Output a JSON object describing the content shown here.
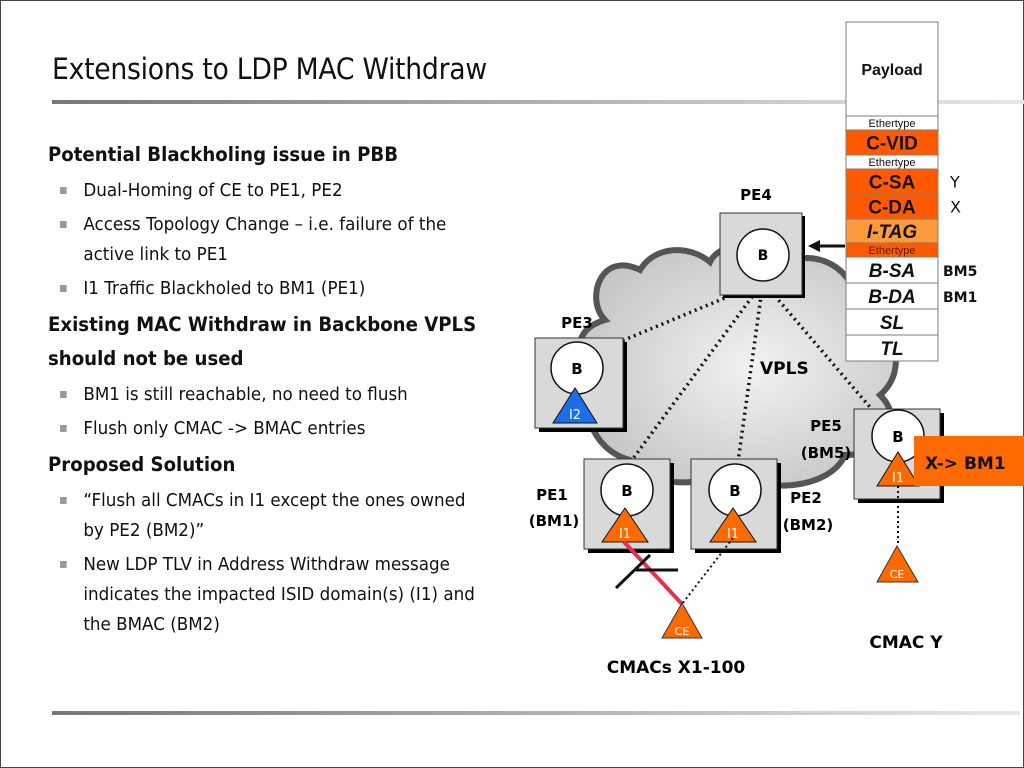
{
  "slide": {
    "title": "Extensions to LDP MAC Withdraw",
    "sections": [
      {
        "heading": "Potential Blackholing issue in PBB",
        "bullets": [
          "Dual-Homing of CE to PE1, PE2",
          "Access Topology Change – i.e. failure of the active link to PE1",
          "I1 Traffic Blackholed to BM1 (PE1)"
        ]
      },
      {
        "heading": "Existing MAC Withdraw in Backbone VPLS should not be used",
        "bullets": [
          "BM1 is still reachable, no need to flush",
          "Flush only CMAC -> BMAC entries"
        ]
      },
      {
        "heading": "Proposed Solution",
        "bullets": [
          "“Flush all CMACs in I1 except the ones owned by PE2 (BM2)”",
          "New LDP TLV in Address Withdraw message indicates the impacted ISID domain(s) (I1) and the BMAC (BM2)"
        ]
      }
    ]
  },
  "diagram": {
    "cloud_label": "VPLS",
    "nodes": {
      "pe4": {
        "label": "PE4",
        "bridge": "B"
      },
      "pe3": {
        "label": "PE3",
        "bridge": "B",
        "instance": "I2"
      },
      "pe1": {
        "label": "PE1",
        "bmac": "(BM1)",
        "bridge": "B",
        "instance": "I1"
      },
      "pe2": {
        "label": "PE2",
        "bmac": "(BM2)",
        "bridge": "B",
        "instance": "I1"
      },
      "pe5": {
        "label": "PE5",
        "bmac": "(BM5)",
        "bridge": "B",
        "instance": "I1"
      }
    },
    "ce_left": {
      "label": "CE",
      "caption": "CMACs X1-100"
    },
    "ce_right": {
      "label": "CE",
      "caption": "CMAC Y"
    },
    "callout": "X-> BM1",
    "frame_stack": [
      {
        "label": "Payload",
        "style": "white-bold",
        "annotation": ""
      },
      {
        "label": "Ethertype",
        "style": "white-small",
        "annotation": ""
      },
      {
        "label": "C-VID",
        "style": "orange",
        "annotation": ""
      },
      {
        "label": "Ethertype",
        "style": "white-small",
        "annotation": ""
      },
      {
        "label": "C-SA",
        "style": "orange",
        "annotation": "Y"
      },
      {
        "label": "C-DA",
        "style": "orange",
        "annotation": "X"
      },
      {
        "label": "I-TAG",
        "style": "light-orange-italic",
        "annotation": ""
      },
      {
        "label": "Ethertype",
        "style": "orange-small",
        "annotation": ""
      },
      {
        "label": "B-SA",
        "style": "white-italic",
        "annotation": "BM5"
      },
      {
        "label": "B-DA",
        "style": "white-italic",
        "annotation": "BM1"
      },
      {
        "label": "SL",
        "style": "white-italic",
        "annotation": ""
      },
      {
        "label": "TL",
        "style": "white-italic",
        "annotation": ""
      }
    ],
    "colors": {
      "orange": "#FF5A00",
      "light_orange": "#FF9A3C",
      "blue": "#1A6FE8",
      "red_link": "#E8304A",
      "node_fill": "#D9D9D9"
    }
  }
}
